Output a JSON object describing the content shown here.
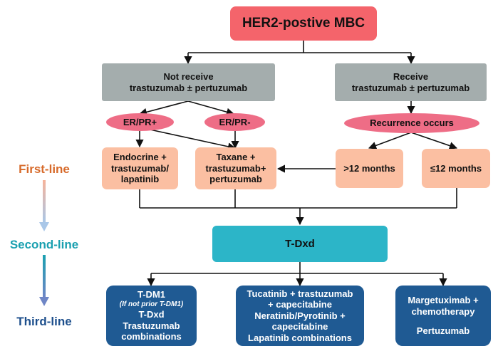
{
  "title": "HER2-postive MBC",
  "branches": {
    "not_receive": {
      "line1": "Not receive",
      "line2": "trastuzumab ± pertuzumab"
    },
    "receive": {
      "line1": "Receive",
      "line2": "trastuzumab ± pertuzumab"
    }
  },
  "status": {
    "er_pos": "ER/PR+",
    "er_neg": "ER/PR-",
    "recurrence": "Recurrence occurs"
  },
  "first_line": {
    "endocrine": {
      "line1": "Endocrine +",
      "line2": "trastuzumab/",
      "line3": "lapatinib"
    },
    "taxane": {
      "line1": "Taxane +",
      "line2": "trastuzumab+",
      "line3": "pertuzumab"
    },
    "gt12": ">12 months",
    "le12": "≤12 months"
  },
  "second_line": {
    "tdxd": "T-Dxd"
  },
  "third_line": {
    "box1": {
      "line1": "T-DM1",
      "note": "(If not prior T-DM1)",
      "line2": "T-Dxd",
      "line3": "Trastuzumab",
      "line4": "combinations"
    },
    "box2": {
      "line1": "Tucatinib + trastuzumab",
      "line2": "+ capecitabine",
      "line3": "Neratinib/Pyrotinib +",
      "line4": "capecitabine",
      "line5": "Lapatinib combinations"
    },
    "box3": {
      "line1": "Margetuximab +",
      "line2": "chemotherapy",
      "line3": "Pertuzumab"
    }
  },
  "line_labels": {
    "first": "First-line",
    "second": "Second-line",
    "third": "Third-line"
  },
  "colors": {
    "title": "#f4646b",
    "grey": "#a4adad",
    "ellipse": "#ee6d86",
    "peach": "#fbbfa2",
    "teal": "#2cb5c8",
    "navy": "#1f5a93",
    "first_label": "#d76a2a",
    "second_label": "#1aa0b0",
    "third_label": "#1d4f8c"
  }
}
